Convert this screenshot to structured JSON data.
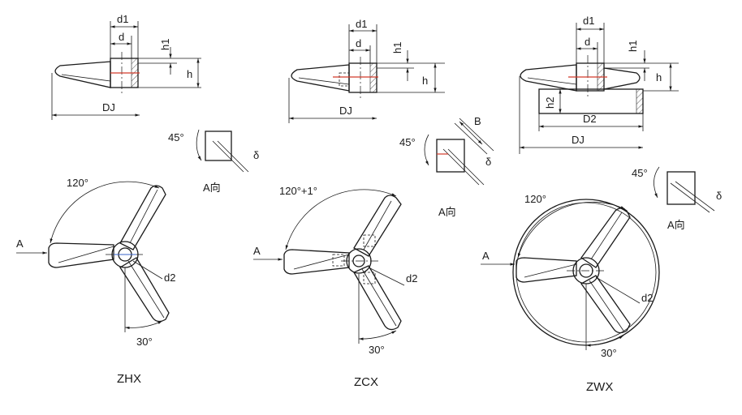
{
  "labels": {
    "d1": "d1",
    "d": "d",
    "h1": "h1",
    "h": "h",
    "h2": "h2",
    "Dj": "DJ",
    "D2": "D2",
    "B": "B",
    "delta": "δ",
    "angle45": "45°",
    "angle120": "120°",
    "angle120tol": "120°+1°",
    "angle30": "30°",
    "arrowA": "A",
    "viewA": "A向",
    "d2": "d2"
  },
  "models": [
    {
      "name": "ZHX"
    },
    {
      "name": "ZCX"
    },
    {
      "name": "ZWX"
    }
  ],
  "colors": {
    "line": "#1a1a1a",
    "center_mark": "#d23a2a",
    "hub_mark": "#3a63c9"
  }
}
